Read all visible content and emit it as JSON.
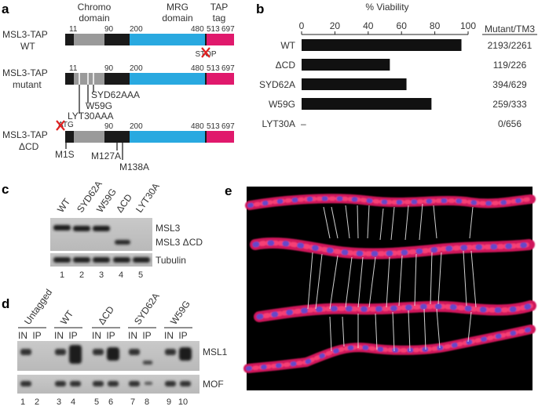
{
  "panels": {
    "a": "a",
    "b": "b",
    "c": "c",
    "d": "d",
    "e": "e"
  },
  "colors": {
    "chromo": "#9a9a9a",
    "mrg": "#29a9e0",
    "tap": "#e0196c",
    "linker": "#1a1a1a",
    "bar": "#111111",
    "cross": "#e02020"
  },
  "panel_a": {
    "headers": {
      "chromo_1": "Chromo",
      "chromo_2": "domain",
      "mrg_1": "MRG",
      "mrg_2": "domain",
      "tap_1": "TAP",
      "tap_2": "tag"
    },
    "constructs": [
      {
        "name_1": "MSL3-TAP",
        "name_2": "WT",
        "positions": [
          "11",
          "90",
          "200",
          "480",
          "513",
          "697"
        ],
        "stop_mark": "STOP"
      },
      {
        "name_1": "MSL3-TAP",
        "name_2": "mutant",
        "positions": [
          "11",
          "90",
          "200",
          "480",
          "513",
          "697"
        ],
        "mutations": [
          "SYD62AAA",
          "W59G",
          "LYT30AAA"
        ]
      },
      {
        "name_1": "MSL3-TAP",
        "name_2": "ΔCD",
        "positions": [
          "90",
          "200",
          "480",
          "513",
          "697"
        ],
        "start_mark": "ATG",
        "mutations": [
          "M1S",
          "M127A",
          "M138A"
        ]
      }
    ]
  },
  "panel_b": {
    "chart_data": {
      "type": "bar",
      "orientation": "horizontal",
      "title": "% Viability",
      "categories": [
        "WT",
        "ΔCD",
        "SYD62A",
        "W59G",
        "LYT30A"
      ],
      "values": [
        96,
        53,
        63,
        78,
        0
      ],
      "xlim": [
        0,
        100
      ],
      "ticks": [
        "0",
        "20",
        "40",
        "60",
        "80",
        "100"
      ],
      "right_header": "Mutant/TM3",
      "right_values": [
        "2193/2261",
        "119/226",
        "394/629",
        "259/333",
        "0/656"
      ],
      "zero_mark": "–"
    }
  },
  "panel_c": {
    "lanes": [
      "WT",
      "SYD62A",
      "W59G",
      "ΔCD",
      "LYT30A"
    ],
    "labels": {
      "msl3": "MSL3",
      "msl3_dcd": "MSL3 ΔCD",
      "tubulin": "Tubulin"
    },
    "lane_numbers": [
      "1",
      "2",
      "3",
      "4",
      "5"
    ]
  },
  "panel_d": {
    "groups": [
      "Untagged",
      "WT",
      "ΔCD",
      "SYD62A",
      "W59G"
    ],
    "in_label": "IN",
    "ip_label": "IP",
    "labels": {
      "msl1": "MSL1",
      "mof": "MOF"
    },
    "lane_numbers": [
      "1",
      "2",
      "3",
      "4",
      "5",
      "6",
      "7",
      "8",
      "9",
      "10"
    ]
  }
}
